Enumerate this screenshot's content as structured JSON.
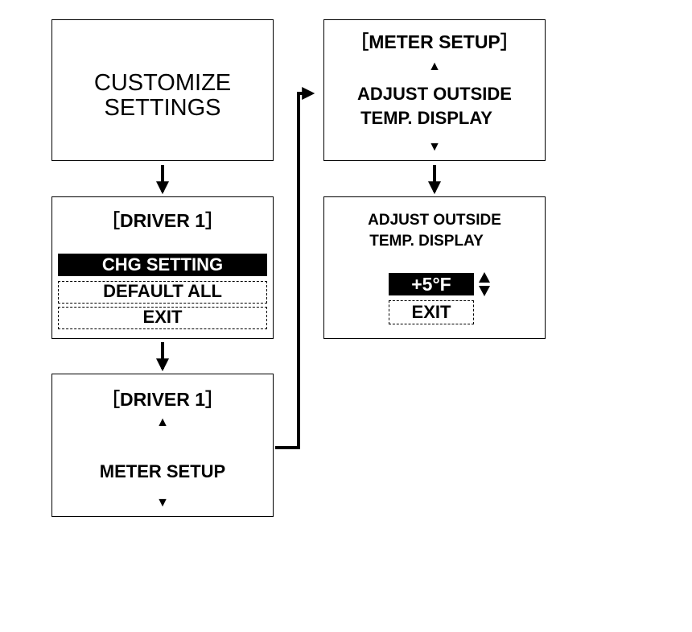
{
  "screens": {
    "customize": {
      "title_line1": "CUSTOMIZE",
      "title_line2": "SETTINGS"
    },
    "driver_menu": {
      "header": "［DRIVER 1］",
      "options": [
        "CHG SETTING",
        "DEFAULT ALL",
        "EXIT"
      ],
      "selected_option": "CHG SETTING"
    },
    "driver_list": {
      "header": "［DRIVER 1］",
      "item": "METER SETUP"
    },
    "meter_setup": {
      "header": "［METER SETUP］",
      "item_line1": "ADJUST OUTSIDE",
      "item_line2": "TEMP. DISPLAY"
    },
    "adjust_temp": {
      "title_line1": "ADJUST OUTSIDE",
      "title_line2": "TEMP. DISPLAY",
      "value": "+5°F",
      "exit_label": "EXIT"
    }
  },
  "glyphs": {
    "up": "▲",
    "down": "▼"
  },
  "colors": {
    "line": "#000000",
    "highlight_bg": "#000000",
    "highlight_fg": "#ffffff"
  }
}
